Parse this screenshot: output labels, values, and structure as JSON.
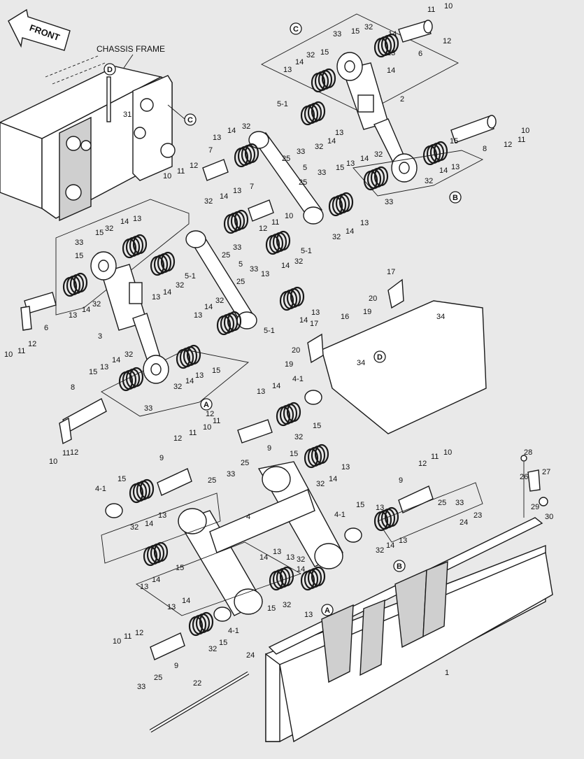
{
  "header": {
    "front_label": "FRONT",
    "chassis_label": "CHASSIS FRAME"
  },
  "refs": {
    "a": "A",
    "b": "B",
    "c": "C",
    "d": "D"
  },
  "callouts": {
    "c1": "1",
    "c2": "2",
    "c3": "3",
    "c4": "4",
    "c4_1": "4-1",
    "c5": "5",
    "c5_1": "5-1",
    "c6": "6",
    "c7": "7",
    "c8": "8",
    "c9": "9",
    "c10": "10",
    "c11": "11",
    "c12": "12",
    "c13": "13",
    "c14": "14",
    "c15": "15",
    "c16": "16",
    "c17": "17",
    "c19": "19",
    "c20": "20",
    "c22": "22",
    "c23": "23",
    "c24": "24",
    "c25": "25",
    "c26": "26",
    "c27": "27",
    "c28": "28",
    "c29": "29",
    "c30": "30",
    "c31": "31",
    "c32": "32",
    "c33": "33",
    "c34": "34"
  },
  "colors": {
    "line": "#1a1a1a",
    "paper": "#e9e9e9",
    "fill": "#ffffff"
  }
}
